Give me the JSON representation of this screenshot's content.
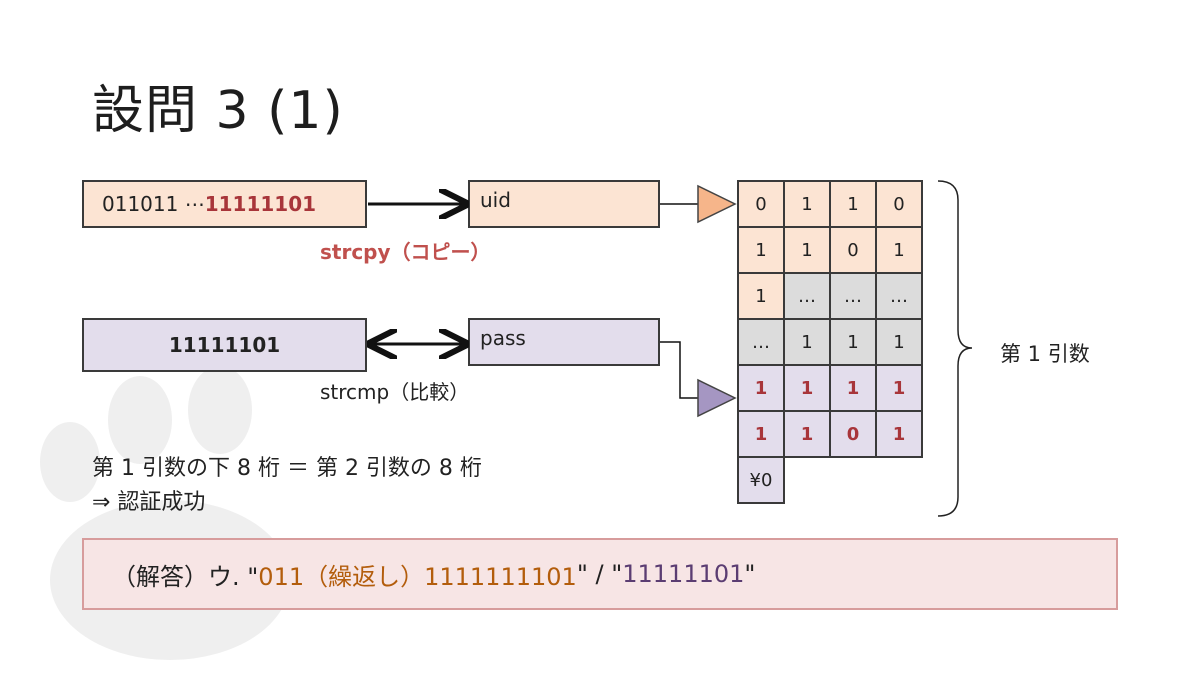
{
  "title": "設問 3 (1)",
  "uid_source": {
    "prefix": "011011 ⋯ ",
    "suffix": "11111101"
  },
  "pass_source": "11111101",
  "uid_label": "uid",
  "pass_label": "pass",
  "copy_label": "strcpy（コピー）",
  "compare_label": "strcmp（比較）",
  "memory": {
    "rows": [
      {
        "cells": [
          "0",
          "1",
          "1",
          "0"
        ],
        "colors": [
          "peach",
          "peach",
          "peach",
          "peach"
        ],
        "bold": [
          false,
          false,
          false,
          false
        ]
      },
      {
        "cells": [
          "1",
          "1",
          "0",
          "1"
        ],
        "colors": [
          "peach",
          "peach",
          "peach",
          "peach"
        ],
        "bold": [
          false,
          false,
          false,
          false
        ]
      },
      {
        "cells": [
          "1",
          "…",
          "…",
          "…"
        ],
        "colors": [
          "peach",
          "gray",
          "gray",
          "gray"
        ],
        "bold": [
          false,
          false,
          false,
          false
        ]
      },
      {
        "cells": [
          "…",
          "1",
          "1",
          "1"
        ],
        "colors": [
          "gray",
          "gray",
          "gray",
          "gray"
        ],
        "bold": [
          false,
          false,
          false,
          false
        ]
      },
      {
        "cells": [
          "1",
          "1",
          "1",
          "1"
        ],
        "colors": [
          "lav",
          "lav",
          "lav",
          "lav"
        ],
        "bold": [
          true,
          true,
          true,
          true
        ]
      },
      {
        "cells": [
          "1",
          "1",
          "0",
          "1"
        ],
        "colors": [
          "lav",
          "lav",
          "lav",
          "lav"
        ],
        "bold": [
          true,
          true,
          true,
          true
        ]
      },
      {
        "cells": [
          "¥0"
        ],
        "colors": [
          "lav"
        ],
        "bold": [
          false
        ]
      }
    ],
    "colors": {
      "peach": "#fce4d3",
      "lav": "#e3ddec",
      "gray": "#dcdcdc",
      "peach_arrow": "#f6b58a",
      "lav_arrow": "#a596c2"
    }
  },
  "brace_label": "第 1 引数",
  "condition": {
    "line1": "第 1 引数の下 8 桁 ＝ 第 2 引数の 8 桁",
    "line2": "⇒ 認証成功"
  },
  "answer": {
    "prefix": "（解答）ウ. \"",
    "part_a": "011（繰返し）1111111101",
    "middle": "\" / \"",
    "part_b": "11111101",
    "suffix": "\""
  }
}
